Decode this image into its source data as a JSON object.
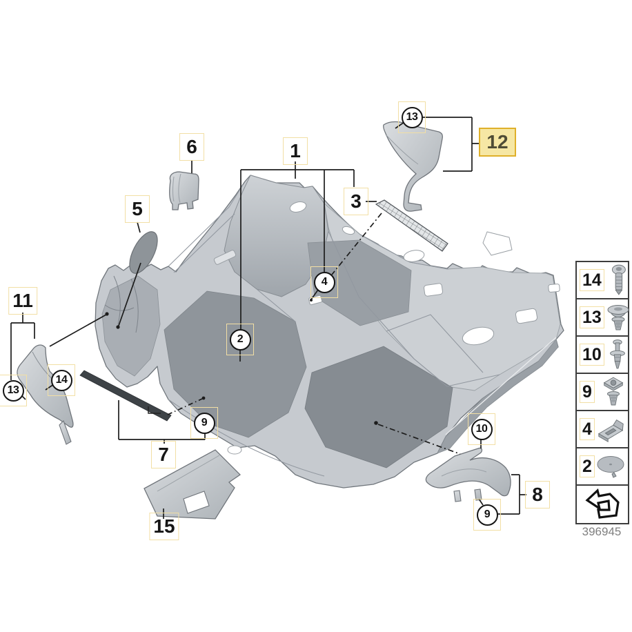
{
  "figure": {
    "part_number": "396945"
  },
  "callouts": {
    "plain": [
      {
        "id": "1",
        "label": "1"
      },
      {
        "id": "3",
        "label": "3"
      },
      {
        "id": "5",
        "label": "5"
      },
      {
        "id": "6",
        "label": "6"
      },
      {
        "id": "7",
        "label": "7"
      },
      {
        "id": "8",
        "label": "8"
      },
      {
        "id": "11",
        "label": "11"
      },
      {
        "id": "15",
        "label": "15"
      }
    ],
    "highlighted": {
      "id": "12",
      "label": "12"
    },
    "circled": [
      {
        "id": "13-top",
        "label": "13"
      },
      {
        "id": "2",
        "label": "2"
      },
      {
        "id": "4",
        "label": "4"
      },
      {
        "id": "9-mid",
        "label": "9"
      },
      {
        "id": "13-left",
        "label": "13"
      },
      {
        "id": "14-left",
        "label": "14"
      },
      {
        "id": "10",
        "label": "10"
      },
      {
        "id": "9-bottom",
        "label": "9"
      }
    ]
  },
  "legend": {
    "rows": [
      {
        "label": "14",
        "icon": "torx-screw-icon"
      },
      {
        "label": "13",
        "icon": "push-rivet-icon"
      },
      {
        "label": "10",
        "icon": "expansion-rivet-icon"
      },
      {
        "label": "9",
        "icon": "clamp-nut-icon"
      },
      {
        "label": "4",
        "icon": "retainer-bracket-icon"
      },
      {
        "label": "2",
        "icon": "cover-disc-icon"
      }
    ],
    "back_arrow_icon": "return-arrow-icon"
  },
  "colors": {
    "highlight_fill": "#f6e7a4",
    "highlight_border": "#dfb02a",
    "hotspot_border": "#f2dfa4",
    "part_gray": "#c6cacf",
    "dark_mat": "#8f959b",
    "leader_line": "#1c1c1c"
  }
}
